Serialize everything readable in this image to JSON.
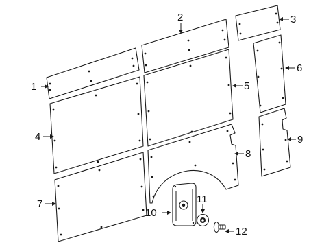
{
  "diagram": {
    "callouts": [
      "1",
      "2",
      "3",
      "4",
      "5",
      "6",
      "7",
      "8",
      "9",
      "10",
      "11",
      "12"
    ]
  },
  "colors": {
    "line": "#1a1a1a",
    "background": "#ffffff"
  }
}
